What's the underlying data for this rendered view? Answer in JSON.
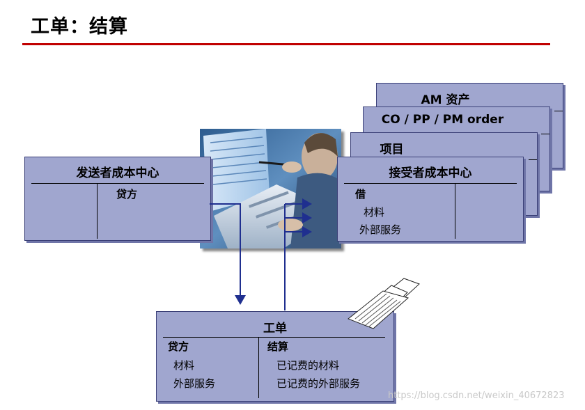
{
  "title": "工单：结算",
  "sender": {
    "title": "发送者成本中心",
    "credit": "贷方"
  },
  "receivers": {
    "stack": [
      "AM 资产",
      "CO / PP / PM order",
      "项目"
    ],
    "main": {
      "title": "接受者成本中心",
      "debit": "借",
      "items": [
        "材料",
        "外部服务"
      ]
    }
  },
  "order": {
    "title": "工单",
    "left": {
      "header": "贷方",
      "items": [
        "材料",
        "外部服务"
      ]
    },
    "right": {
      "header": "结算",
      "items": [
        "已记费的材料",
        "已记费的外部服务"
      ]
    }
  },
  "watermark": "https://blog.csdn.net/weixin_40672823",
  "colors": {
    "box_fill": "#a0a6cf",
    "rule": "#c00000",
    "arrow": "#1f2f8f"
  }
}
